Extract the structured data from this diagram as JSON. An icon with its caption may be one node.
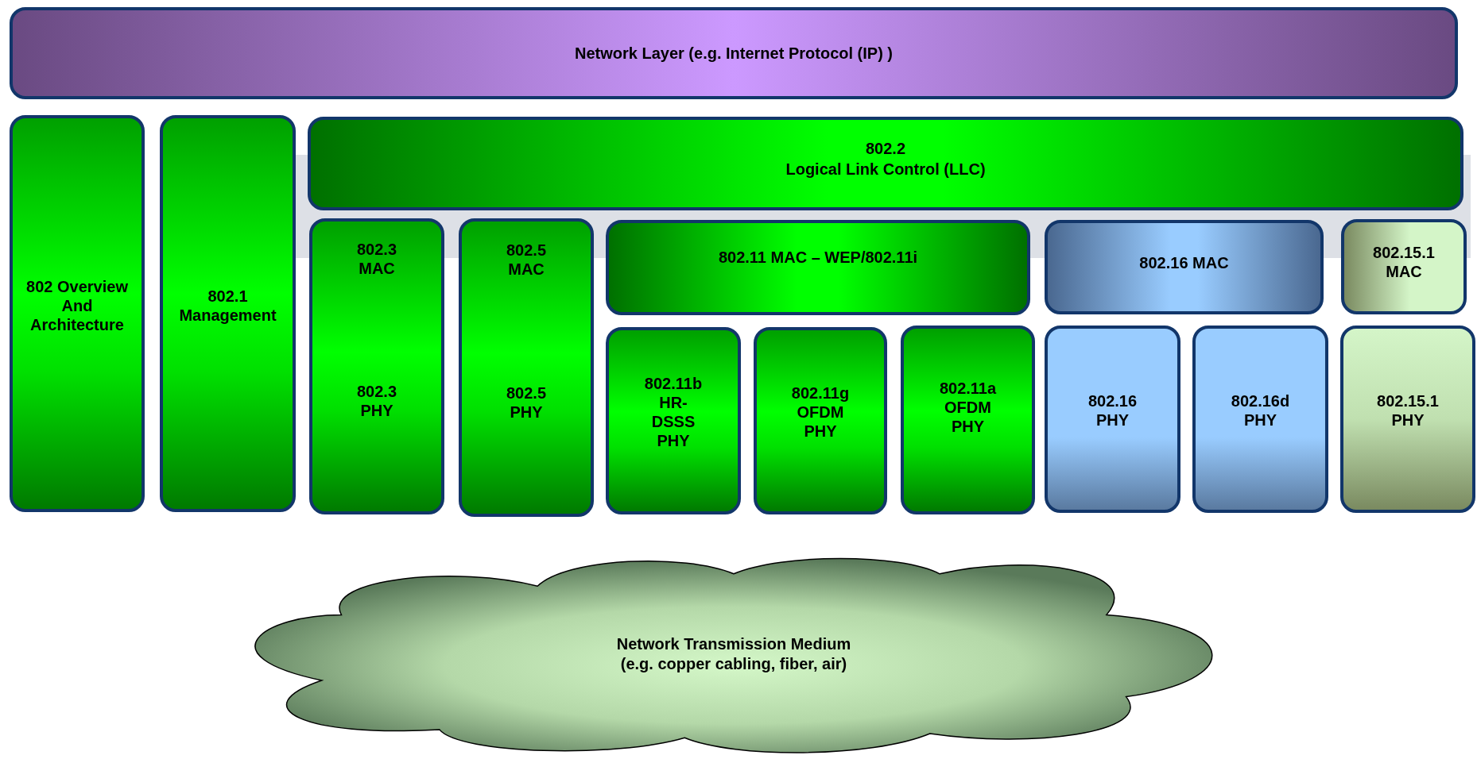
{
  "diagram": {
    "nodes": [
      {
        "text": [
          "Network Layer (e.g. Internet Protocol (IP) )"
        ]
      },
      {
        "text": [
          "802 Overview And Architecture"
        ]
      },
      {
        "text": [
          "802.1 Management"
        ]
      },
      {
        "text": [
          "802.2",
          "Logical Link Control (LLC)"
        ]
      },
      {
        "text": [
          "802.3 MAC",
          "802.3 PHY"
        ]
      },
      {
        "text": [
          "802.5 MAC",
          "802.5 PHY"
        ]
      },
      {
        "text": [
          "802.11 MAC – WEP/802.11i"
        ]
      },
      {
        "text": [
          "802.16 MAC"
        ]
      },
      {
        "text": [
          "802.15.1 MAC"
        ]
      },
      {
        "text": [
          "802.11b HR-DSSS PHY"
        ]
      },
      {
        "text": [
          "802.11g OFDM PHY"
        ]
      },
      {
        "text": [
          "802.11a OFDM PHY"
        ]
      },
      {
        "text": [
          "802.16 PHY"
        ]
      },
      {
        "text": [
          "802.16d PHY"
        ]
      },
      {
        "text": [
          "802.15.1 PHY"
        ]
      },
      {
        "text": [
          "Network Transmission Medium",
          "(e.g. copper cabling, fiber, air)"
        ]
      }
    ],
    "edges": []
  }
}
